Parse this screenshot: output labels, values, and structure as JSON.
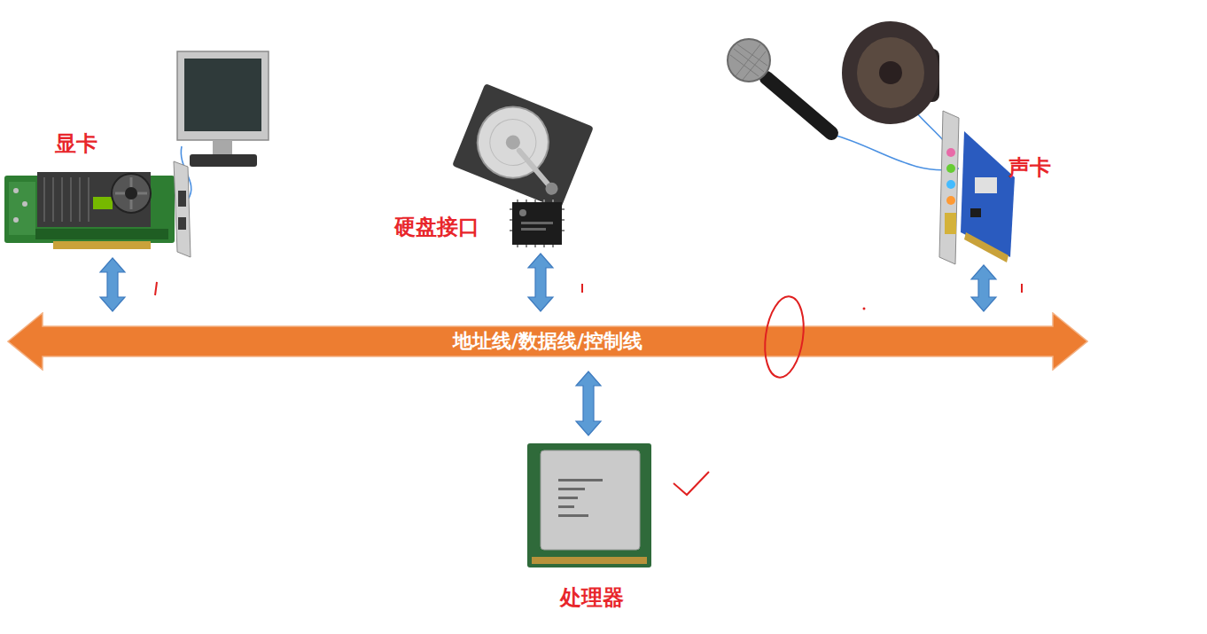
{
  "diagram": {
    "nodes": [
      {
        "text": [
          "显卡"
        ]
      },
      {
        "text": [
          "硬盘接口"
        ]
      },
      {
        "text": [
          "声卡"
        ]
      },
      {
        "text": [
          "地址线/数据线/控制线"
        ]
      },
      {
        "text": [
          "处理器"
        ]
      }
    ],
    "edges": [
      {
        "from": 0,
        "to": 3,
        "arrow": "both"
      },
      {
        "from": 1,
        "to": 3,
        "arrow": "both"
      },
      {
        "from": 2,
        "to": 3,
        "arrow": "both"
      },
      {
        "from": 3,
        "to": 4,
        "arrow": "both"
      }
    ]
  }
}
